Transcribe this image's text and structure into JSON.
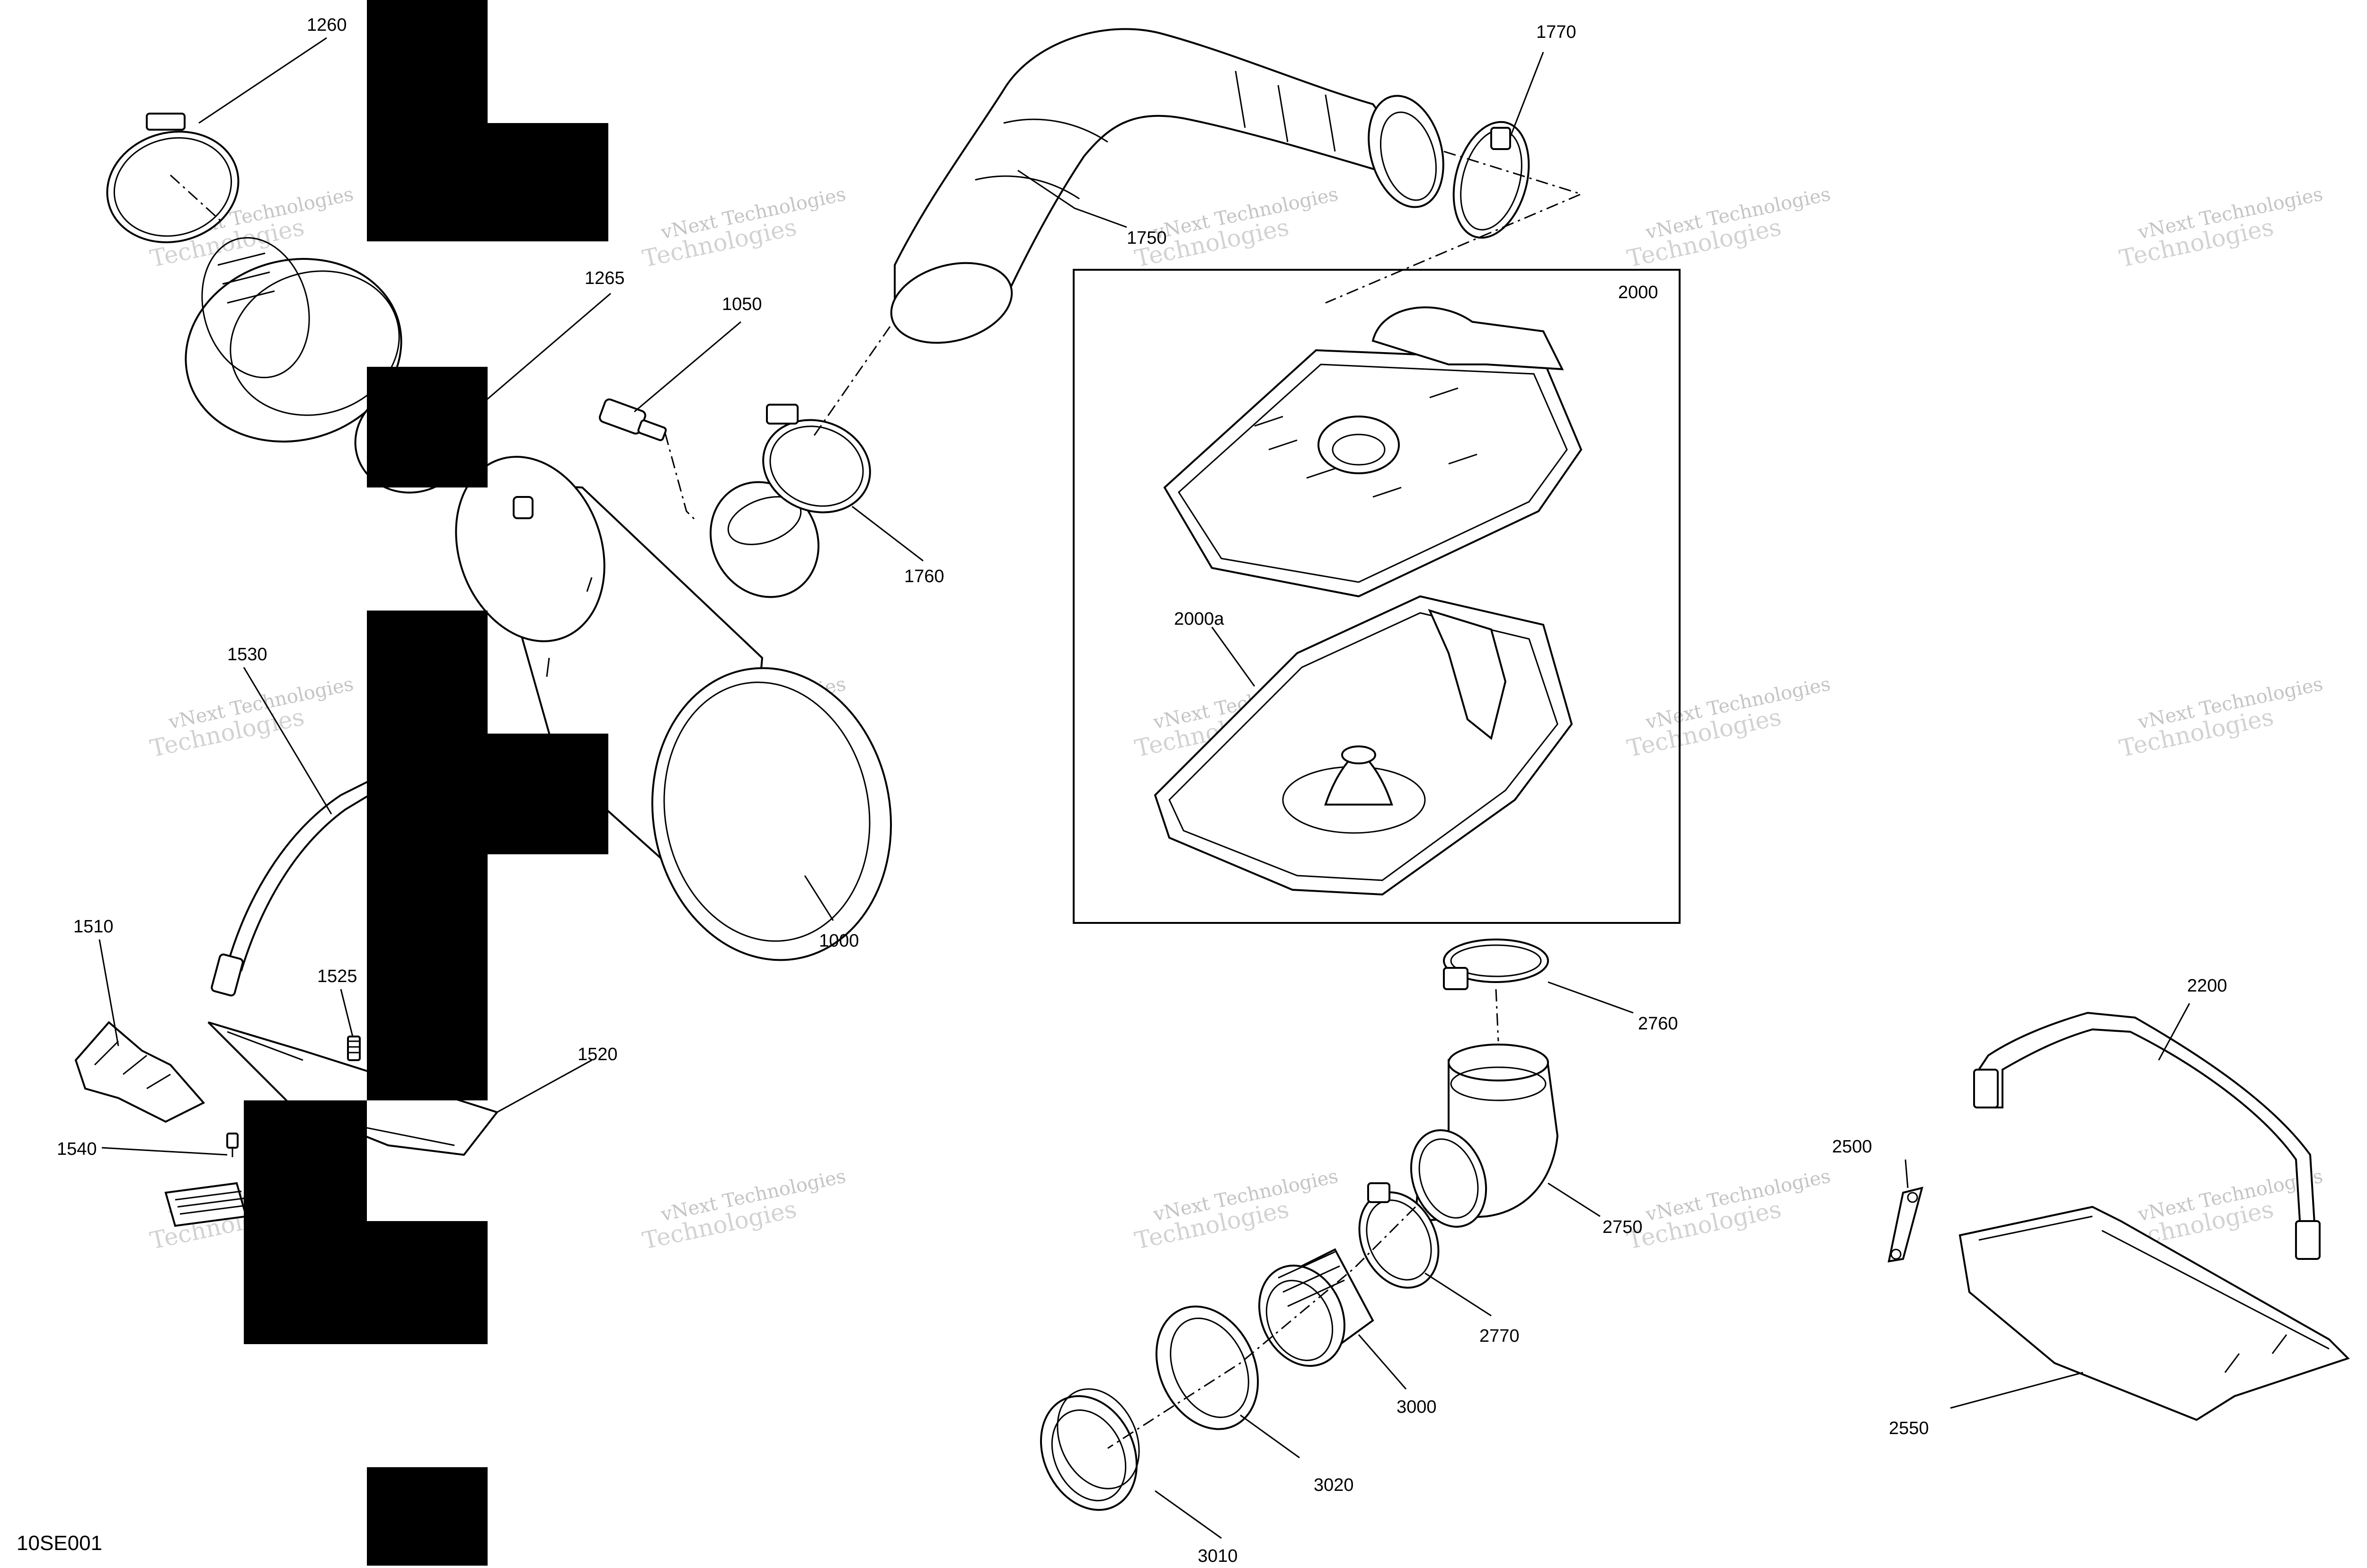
{
  "diagram_code": "10SE001",
  "watermark": {
    "line1": "vNext Technologies",
    "line2": "Technologies"
  },
  "callouts": {
    "c1260": "1260",
    "c1265": "1265",
    "c1050": "1050",
    "c1750": "1750",
    "c1770": "1770",
    "c1760": "1760",
    "c2000": "2000",
    "c2000a": "2000a",
    "c1530": "1530",
    "c1000": "1000",
    "c1510": "1510",
    "c1525": "1525",
    "c1520": "1520",
    "c1540": "1540",
    "c2760": "2760",
    "c2200": "2200",
    "c2500": "2500",
    "c2750": "2750",
    "c2770": "2770",
    "c3000": "3000",
    "c3020": "3020",
    "c3010": "3010",
    "c2550": "2550"
  }
}
